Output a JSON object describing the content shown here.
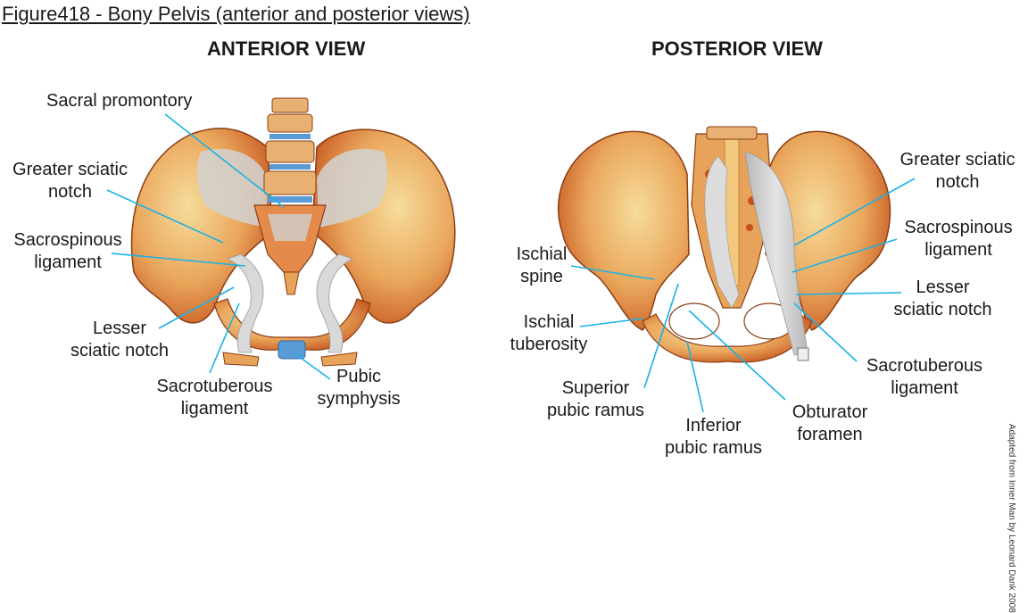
{
  "figure_title": "Figure418 - Bony Pelvis (anterior  and posterior views)",
  "anterior": {
    "title": "ANTERIOR VIEW",
    "labels": {
      "sacral_promontory": "Sacral promontory",
      "greater_sciatic_notch": "Greater sciatic\nnotch",
      "sacrospinous_ligament": "Sacrospinous\nligament",
      "lesser_sciatic_notch": "Lesser\nsciatic notch",
      "sacrotuberous_ligament": "Sacrotuberous\nligament",
      "pubic_symphysis": "Pubic\nsymphysis"
    }
  },
  "posterior": {
    "title": "POSTERIOR VIEW",
    "labels": {
      "greater_sciatic_notch": "Greater sciatic\nnotch",
      "sacrospinous_ligament": "Sacrospinous\nligament",
      "lesser_sciatic_notch": "Lesser\nsciatic notch",
      "sacrotuberous_ligament": "Sacrotuberous\nligament",
      "ischial_spine": "Ischial\nspine",
      "ischial_tuberosity": "Ischial\ntuberosity",
      "superior_pubic_ramus": "Superior\npubic ramus",
      "inferior_pubic_ramus": "Inferior\npubic ramus",
      "obturator_foramen": "Obturator\nforamen"
    }
  },
  "credit": "Adapted from Inner Man by Leonard Dank 2008",
  "colors": {
    "bone_light": "#f3cf86",
    "bone_mid": "#e8a35a",
    "bone_dark": "#c8561e",
    "ligament": "#c9c9c9",
    "cartilage": "#5b9bd5",
    "pointer": "#1ab2e6"
  }
}
